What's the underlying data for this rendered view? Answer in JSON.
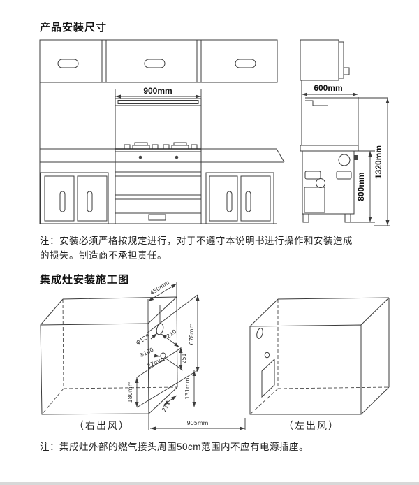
{
  "colors": {
    "ink": "#3b3b3b",
    "text": "#1a1a1a",
    "page_bg": "#ffffff",
    "footer_bar": "#d8d8d8"
  },
  "sections": {
    "title1": "产品安装尺寸",
    "note1_line1": "注：安装必须严格按规定进行，对于不遵守本说明书进行操作和安装造成",
    "note1_line2": "的损失。制造商不承担责任。",
    "title2": "集成灶安装施工图",
    "note2": "注：集成灶外部的燃气接头周围50cm范围内不应有电源插座。"
  },
  "front_view": {
    "width": "900mm"
  },
  "side_view": {
    "depth": "600mm",
    "total_height": "1320mm",
    "body_height": "800mm"
  },
  "install": {
    "right_label": "（右出风）",
    "left_label": "（左出风）",
    "top_450": "450mm",
    "hole_128": "Φ128",
    "len_210": "210",
    "hole_100": "Φ100",
    "len_27": "27mm",
    "len_251": "251",
    "height_678": "678mm",
    "height_180": "180mm",
    "height_131": "131mm",
    "len_211": "211",
    "width_905": "905mm"
  }
}
